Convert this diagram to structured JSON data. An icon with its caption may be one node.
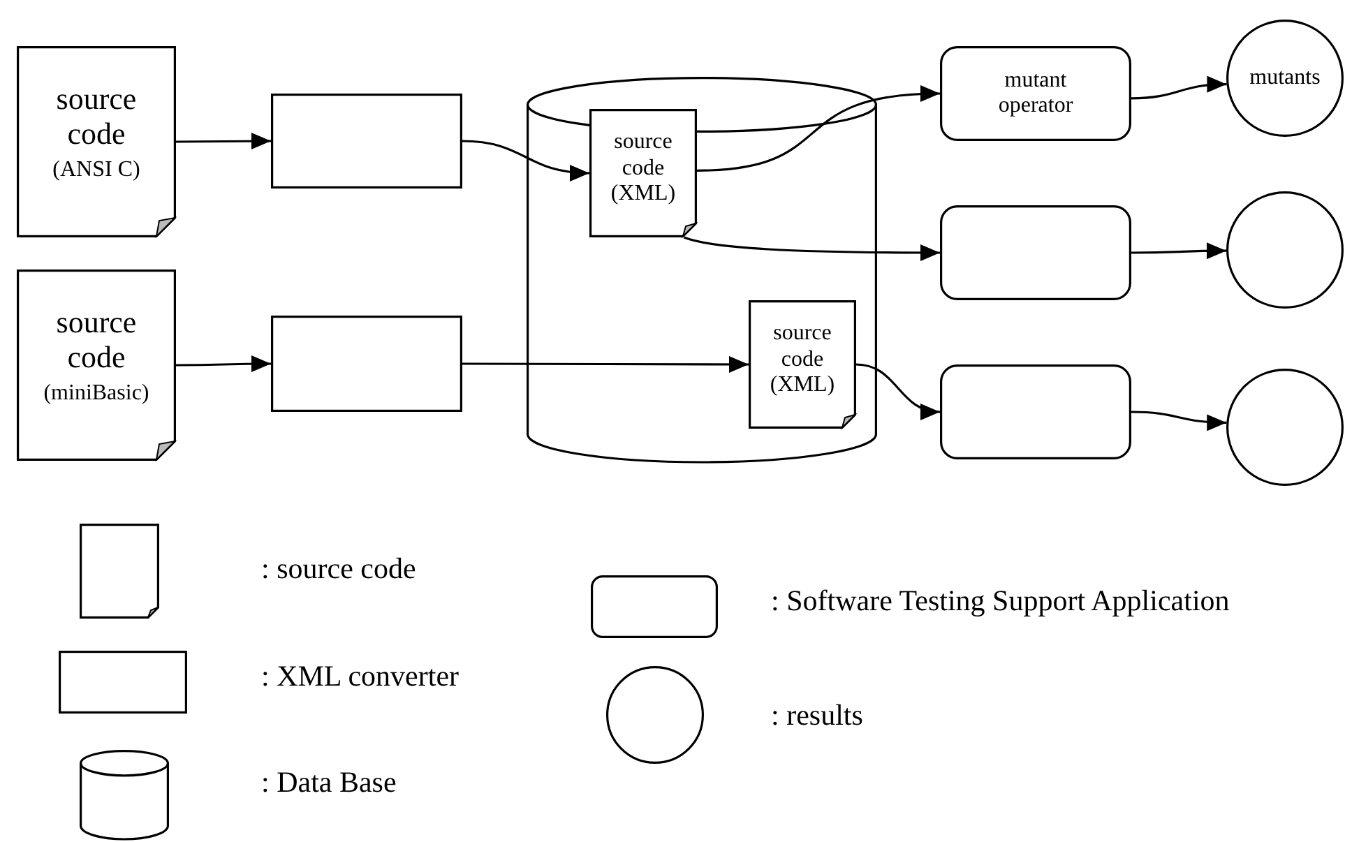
{
  "diagram": {
    "nodes": [
      {
        "text": [
          "source code",
          "(ANSI C)"
        ]
      },
      {
        "text": [
          "source code",
          "(miniBasic)"
        ]
      },
      {
        "text": [],
        "shape": "box"
      },
      {
        "text": [],
        "shape": "box"
      },
      {
        "text": [],
        "shape": "cylinder"
      },
      {
        "text": [
          "source code (XML)"
        ],
        "in": 4
      },
      {
        "text": [
          "source code (XML)"
        ],
        "in": 4
      },
      {
        "text": [
          "mutant operator"
        ]
      },
      {
        "text": [],
        "shape": "box"
      },
      {
        "text": [],
        "shape": "box"
      },
      {
        "text": [
          "mutants"
        ]
      },
      {
        "text": [],
        "shape": "circle"
      },
      {
        "text": [],
        "shape": "circle"
      }
    ],
    "edges": [
      {
        "from": 0,
        "to": 2,
        "arrow": "to"
      },
      {
        "from": 2,
        "to": 5,
        "arrow": "to"
      },
      {
        "from": 1,
        "to": 3,
        "arrow": "to"
      },
      {
        "from": 3,
        "to": 6,
        "arrow": "to"
      },
      {
        "from": 5,
        "to": 7,
        "arrow": "to"
      },
      {
        "from": 5,
        "to": 8,
        "arrow": "to"
      },
      {
        "from": 6,
        "to": 9,
        "arrow": "to"
      },
      {
        "from": 7,
        "to": 10,
        "arrow": "to"
      },
      {
        "from": 8,
        "to": 11,
        "arrow": "to"
      },
      {
        "from": 9,
        "to": 12,
        "arrow": "to"
      }
    ],
    "legend": [
      {
        "text": ": source code"
      },
      {
        "text": ": XML converter"
      },
      {
        "text": ": Data Base"
      },
      {
        "text": ": Software Testing Support Application"
      },
      {
        "text": ": results"
      }
    ]
  }
}
